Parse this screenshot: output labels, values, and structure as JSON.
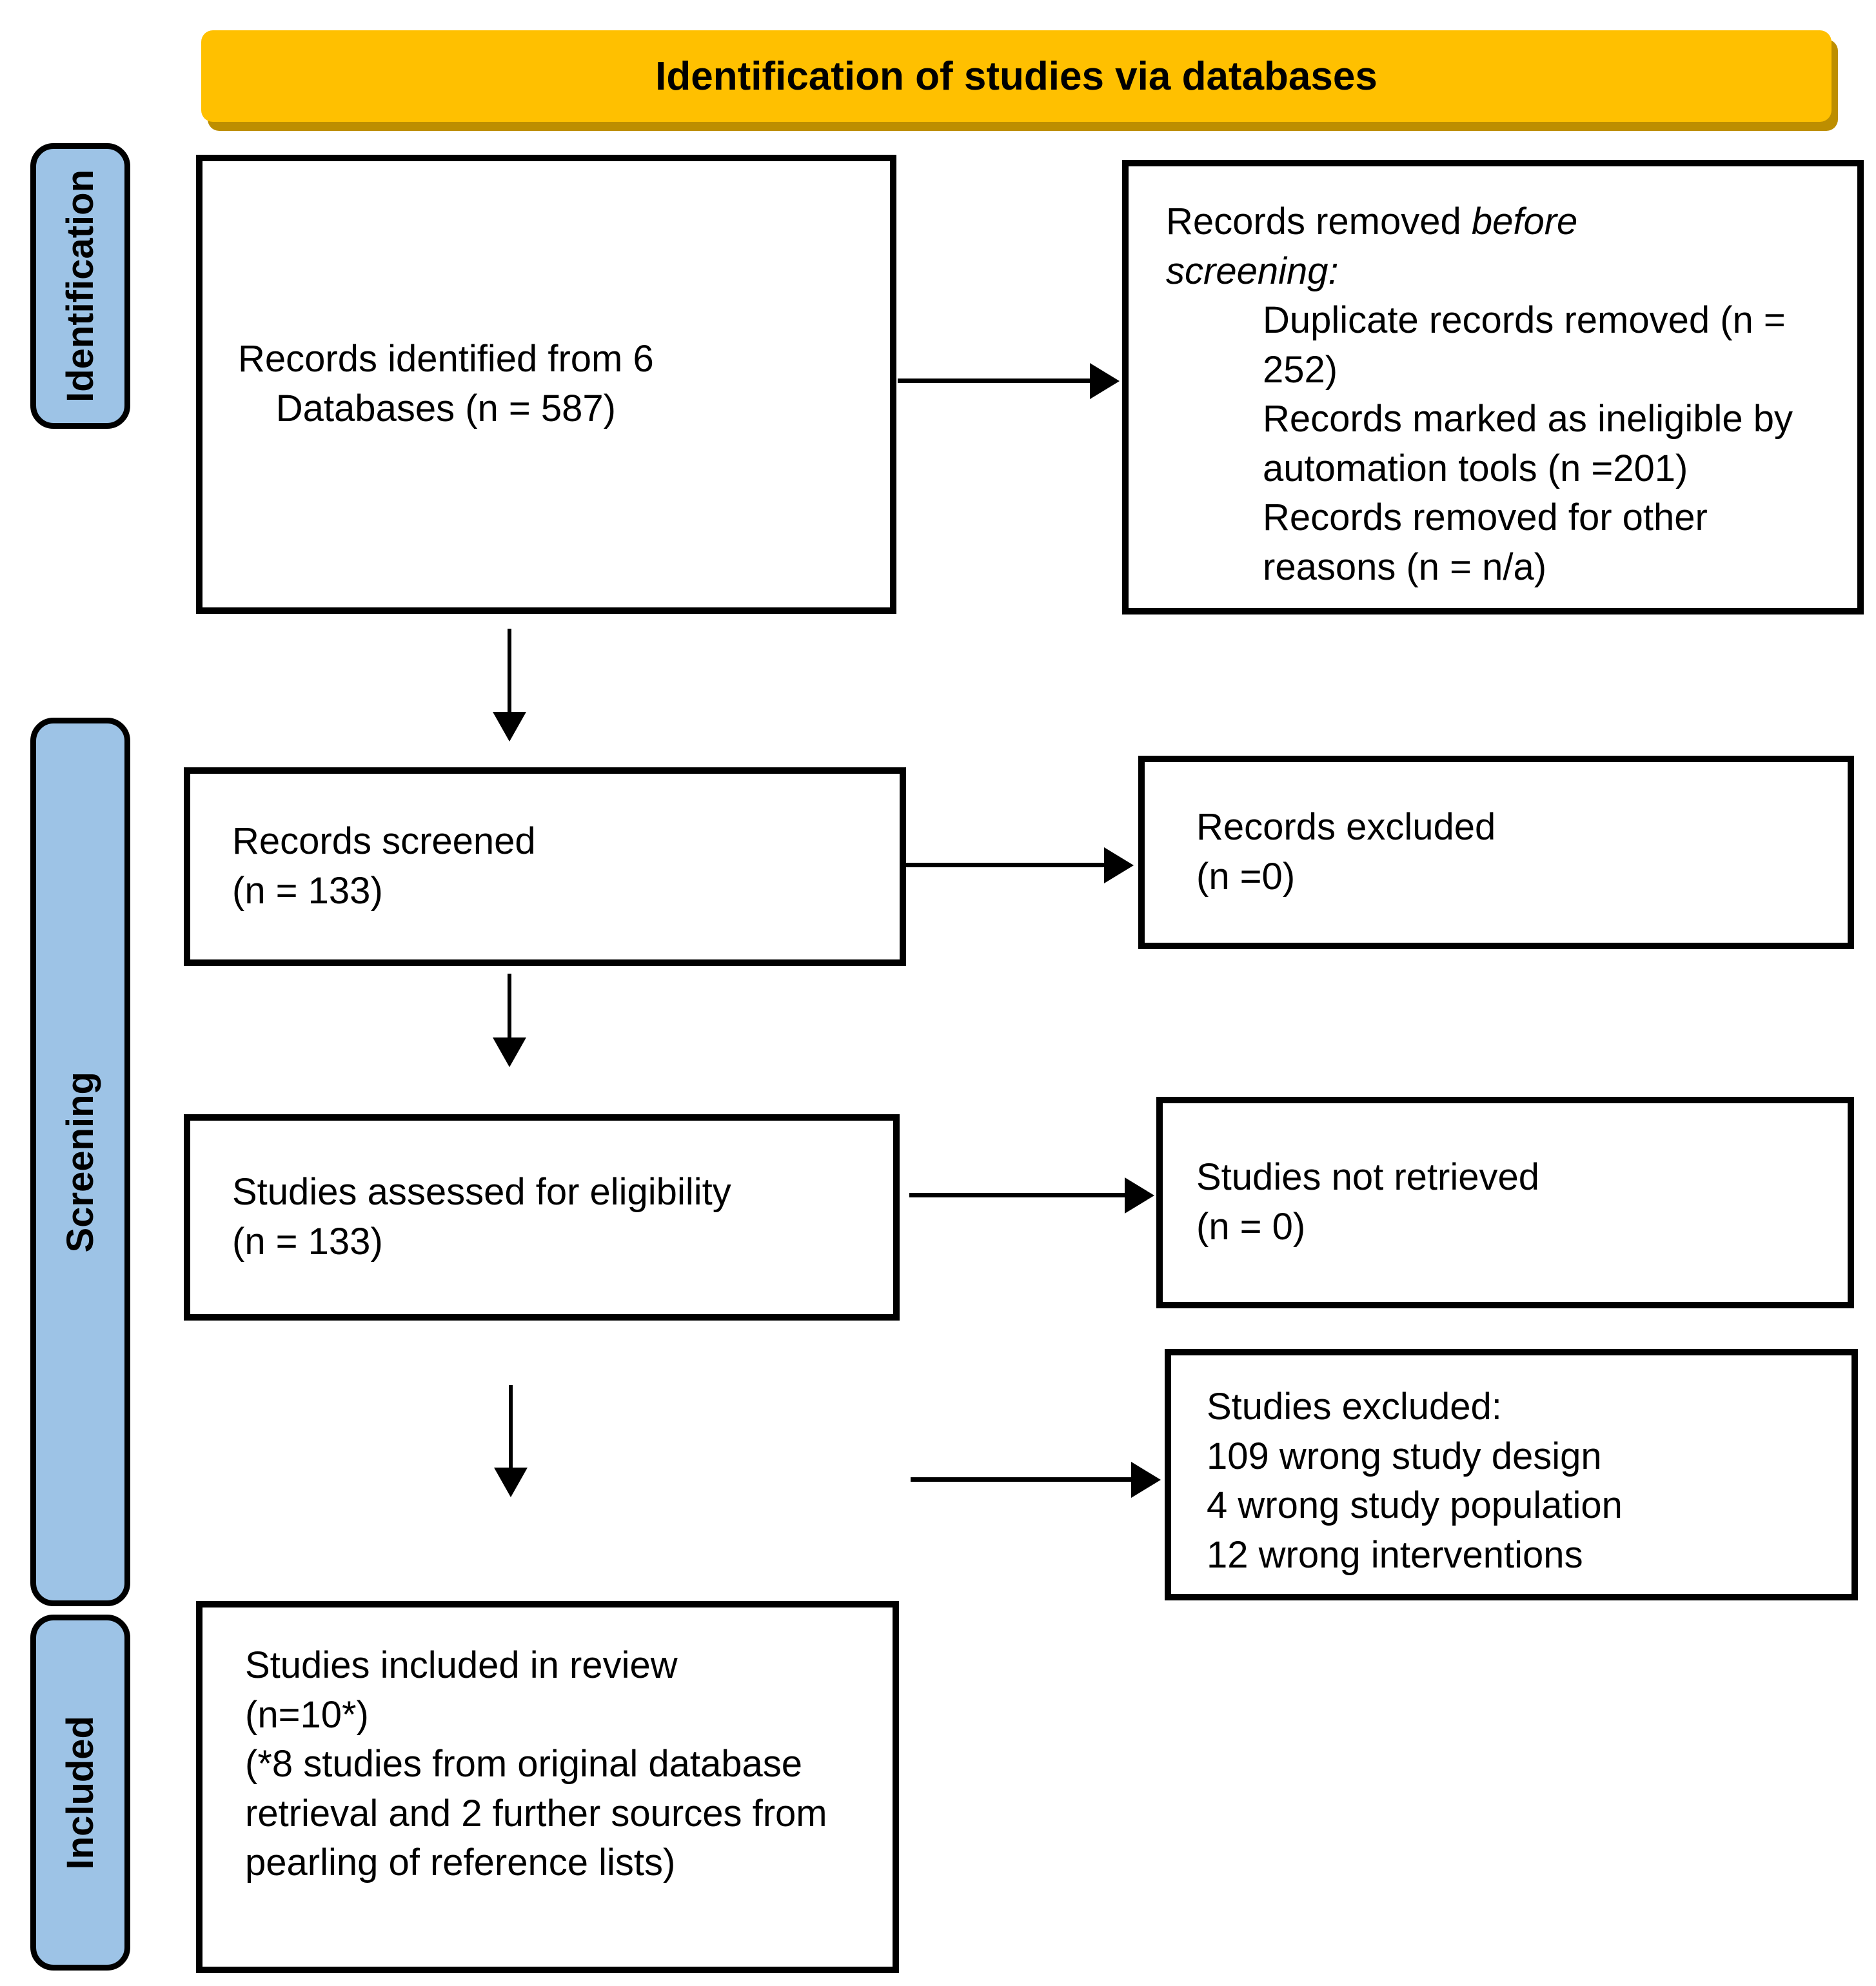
{
  "title": "Identification of studies via databases",
  "colors": {
    "header_bg": "#FFC000",
    "header_shadow": "#BD8E00",
    "stage_bg": "#9DC3E6",
    "border": "#000000"
  },
  "stages": {
    "identification": "Identification",
    "screening": "Screening",
    "included": "Included"
  },
  "boxes": {
    "identified": {
      "text": "Records identified from 6\nDatabases (n = 587)"
    },
    "removed": {
      "heading_regular": "Records removed ",
      "heading_italic": "before screening:",
      "items": "Duplicate records removed (n = 252)\nRecords marked as ineligible by automation tools (n =201)\nRecords removed for other reasons (n = n/a)"
    },
    "screened": {
      "text": "Records screened\n(n = 133)"
    },
    "excluded_records": {
      "text": "Records excluded\n(n =0)"
    },
    "assessed": {
      "text": "Studies assessed for eligibility\n(n = 133)"
    },
    "not_retrieved": {
      "text": "Studies not retrieved\n(n = 0)"
    },
    "excluded_studies": {
      "text": "Studies excluded:\n109 wrong study design\n4 wrong study population\n12 wrong interventions"
    },
    "included": {
      "text": "Studies included in review\n(n=10*)\n(*8 studies from original database retrieval and 2 further sources from pearling of reference lists)"
    }
  }
}
